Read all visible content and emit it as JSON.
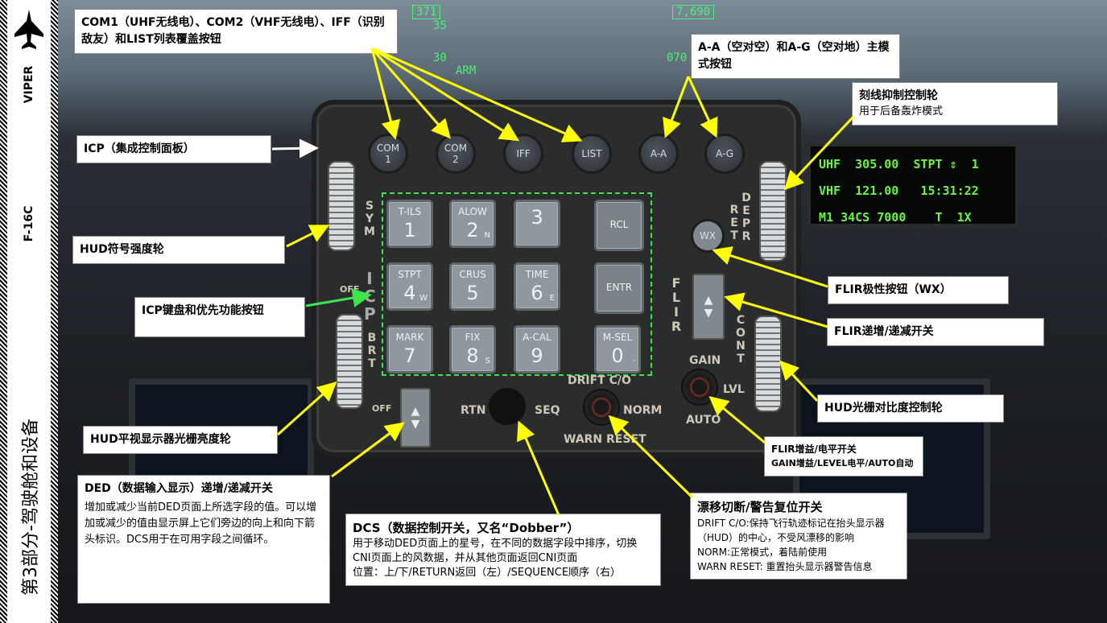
{
  "sidebar": {
    "aircraft": "VIPER",
    "model": "F-16C",
    "section": "第3部分-驾驶舱和设备"
  },
  "hud": {
    "heading_left": "371",
    "heading_right": "7,690",
    "pitch_35": "35",
    "pitch_30": "30",
    "pitch_right": "070",
    "arm": "ARM"
  },
  "ded": {
    "line1": "UHF  305.00  STPT ⇕  1",
    "line2": "VHF  121.00   15:31:22",
    "line3": "M1 34CS 7000    T  1X"
  },
  "icp": {
    "top_buttons": [
      {
        "l1": "COM",
        "l2": "1"
      },
      {
        "l1": "COM",
        "l2": "2"
      },
      {
        "l1": "IFF",
        "l2": ""
      },
      {
        "l1": "LIST",
        "l2": ""
      },
      {
        "l1": "A-A",
        "l2": ""
      },
      {
        "l1": "A-G",
        "l2": ""
      }
    ],
    "keys": [
      {
        "top": "T-ILS",
        "num": "1",
        "sub": ""
      },
      {
        "top": "ALOW",
        "num": "2",
        "sub": "N"
      },
      {
        "top": "",
        "num": "3",
        "sub": ""
      },
      {
        "top": "RCL",
        "num": "",
        "sub": ""
      },
      {
        "top": "STPT",
        "num": "4",
        "sub": "W"
      },
      {
        "top": "CRUS",
        "num": "5",
        "sub": ""
      },
      {
        "top": "TIME",
        "num": "6",
        "sub": "E"
      },
      {
        "top": "ENTR",
        "num": "",
        "sub": ""
      },
      {
        "top": "MARK",
        "num": "7",
        "sub": ""
      },
      {
        "top": "FIX",
        "num": "8",
        "sub": "S"
      },
      {
        "top": "A-CAL",
        "num": "9",
        "sub": ""
      },
      {
        "top": "M-SEL",
        "num": "0",
        "sub": "-"
      }
    ],
    "labels": {
      "sym": "S Y M",
      "icp": "I C P",
      "brt": "B R T",
      "off1": "OFF",
      "off2": "OFF",
      "ret": "R E T",
      "depr": "D E P R",
      "flir": "F L I R",
      "cont": "C O N T",
      "gain": "GAIN",
      "lvl": "LVL",
      "auto": "AUTO",
      "rtn": "RTN",
      "seq": "SEQ",
      "drift": "DRIFT C/O",
      "norm": "NORM",
      "warn": "WARN RESET",
      "wx": "WX",
      "up": "▲",
      "down": "▼"
    }
  },
  "callouts": {
    "com": "COM1（UHF无线电）、COM2（VHF无线电）、IFF（识别敌友）和LIST列表覆盖按钮",
    "aa_ag": "A-A（空对空）和A-G（空对地）主模式按钮",
    "ret_title": "刻线抑制控制轮",
    "ret_body": "用于后备轰炸模式",
    "icp": "ICP（集成控制面板）",
    "sym": "HUD符号强度轮",
    "keypad": "ICP键盘和优先功能按钮",
    "wx": "FLIR极性按钮（WX）",
    "flir_rocker": "FLIR递增/递减开关",
    "cont": "HUD光栅对比度控制轮",
    "gain_title": "FLIR增益/电平开关",
    "gain_body": "GAIN增益/LEVEL电平/AUTO自动",
    "brt": "HUD平视显示器光栅亮度轮",
    "ded_title": "DED（数据输入显示）递增/递减开关",
    "ded_body": "增加或减少当前DED页面上所选字段的值。可以增加或减少的值由显示屏上它们旁边的向上和向下箭头标识。DCS用于在可用字段之间循环。",
    "dcs_title": "DCS（数据控制开关，又名“Dobber”）",
    "dcs_body": "用于移动DED页面上的星号，在不同的数据字段中排序，切换CNI页面上的风数据，并从其他页面返回CNI页面",
    "dcs_pos": "位置：上/下/RETURN返回（左）/SEQUENCE顺序（右）",
    "drift_title": "漂移切断/警告复位开关",
    "drift_l1": "DRIFT C/O:保持飞行轨迹标记在抬头显示器（HUD）的中心，不受风漂移的影响",
    "drift_l2": "NORM:正常模式，着陆前使用",
    "drift_l3": "WARN RESET: 重置抬头显示器警告信息"
  },
  "colors": {
    "arrow": "#ffff00",
    "keypad_outline": "#3de54a",
    "ded_text": "#6bf542"
  }
}
